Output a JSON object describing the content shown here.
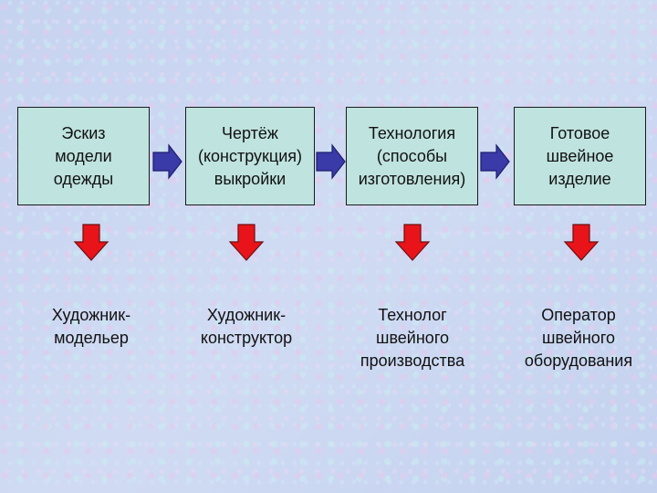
{
  "colors": {
    "box_fill": "#bfe3df",
    "right_arrow": "#3a3aa8",
    "down_arrow": "#e8141a"
  },
  "stages": [
    {
      "label": "Эскиз\nмодели\nодежды"
    },
    {
      "label": "Чертёж\n(конструкция)\nвыкройки"
    },
    {
      "label": "Технология\n(способы\nизготовления)"
    },
    {
      "label": "Готовое\nшвейное\nизделие"
    }
  ],
  "roles": [
    {
      "label": "Художник-\nмодельер"
    },
    {
      "label": "Художник-\nконструктор"
    },
    {
      "label": "Технолог\nшвейного\nпроизводства"
    },
    {
      "label": "Оператор\nшвейного\nоборудования"
    }
  ]
}
